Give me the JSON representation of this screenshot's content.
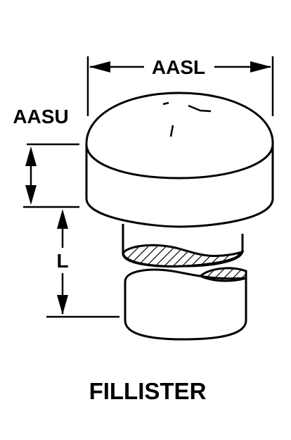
{
  "diagram": {
    "title": "FILLISTER",
    "dimensions": {
      "head_diameter": "AASL",
      "head_height": "AASU",
      "length": "L"
    }
  },
  "colors": {
    "ink": "#000000",
    "background": "#ffffff"
  }
}
